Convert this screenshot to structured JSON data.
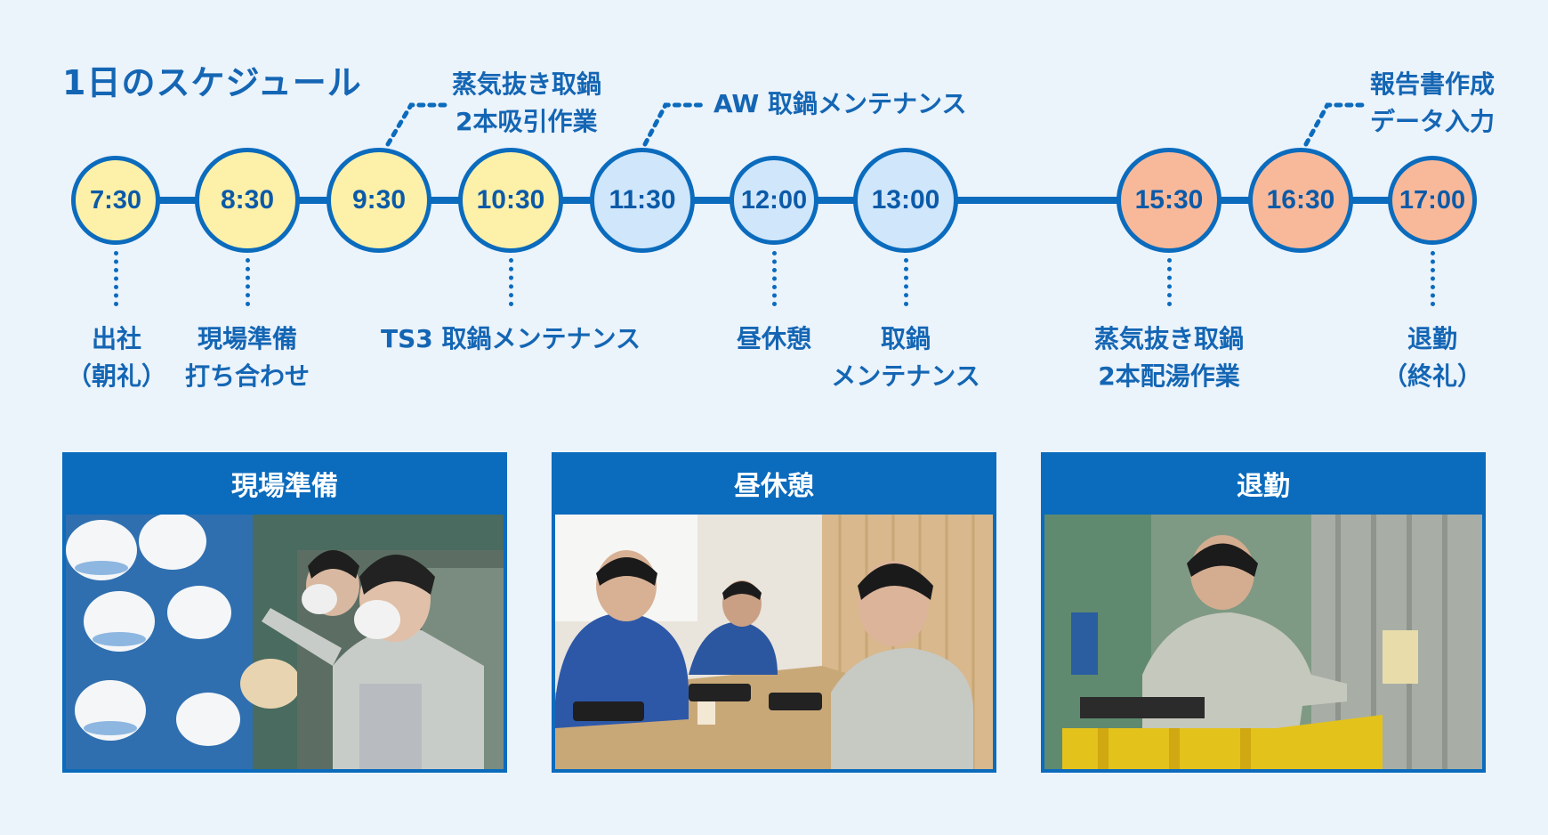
{
  "title": "1日のスケジュール",
  "schedule": [
    {
      "time": "7:30",
      "color": "yellow",
      "label_lines": [
        "出社",
        "（朝礼）"
      ]
    },
    {
      "time": "8:30",
      "color": "yellow",
      "label_lines": [
        "現場準備",
        "打ち合わせ"
      ]
    },
    {
      "time": "9:30",
      "color": "yellow",
      "label_lines": [
        "蒸気抜き取鍋",
        "2本吸引作業"
      ]
    },
    {
      "time": "10:30",
      "color": "yellow",
      "label_lines": [
        "TS3 取鍋メンテナンス"
      ]
    },
    {
      "time": "11:30",
      "color": "blue",
      "label_lines": [
        "AW 取鍋メンテナンス"
      ]
    },
    {
      "time": "12:00",
      "color": "blue",
      "label_lines": [
        "昼休憩"
      ]
    },
    {
      "time": "13:00",
      "color": "blue",
      "label_lines": [
        "取鍋",
        "メンテナンス"
      ]
    },
    {
      "time": "15:30",
      "color": "orange",
      "label_lines": [
        "蒸気抜き取鍋",
        "2本配湯作業"
      ]
    },
    {
      "time": "16:30",
      "color": "orange",
      "label_lines": [
        "報告書作成",
        "データ入力"
      ]
    },
    {
      "time": "17:00",
      "color": "orange",
      "label_lines": [
        "退勤",
        "（終礼）"
      ]
    }
  ],
  "photos": [
    {
      "heading": "現場準備",
      "scene": "workers-with-helmets"
    },
    {
      "heading": "昼休憩",
      "scene": "lunch-break"
    },
    {
      "heading": "退勤",
      "scene": "time-card"
    }
  ],
  "colors": {
    "background": "#ebf3fb",
    "accent": "#0b6bbd",
    "text": "#1466b4",
    "node_yellow": "#fdf0a8",
    "node_blue": "#cfe6fb",
    "node_orange": "#f8b99a"
  }
}
